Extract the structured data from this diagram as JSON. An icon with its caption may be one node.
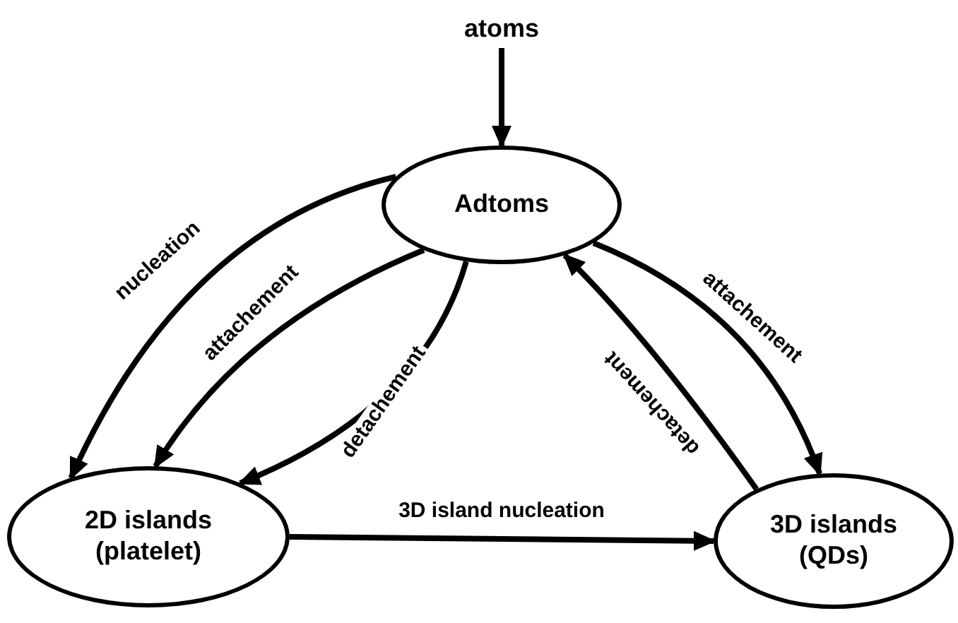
{
  "diagram": {
    "nodes": [
      {
        "text": [
          "atoms"
        ]
      },
      {
        "text": [
          "Adtoms"
        ]
      },
      {
        "text": [
          "2D islands (platelet)"
        ]
      },
      {
        "text": [
          "3D islands (QDs)"
        ]
      }
    ],
    "edges": [
      {
        "from": 0,
        "to": 1,
        "arrow": "to"
      },
      {
        "from": 1,
        "to": 2,
        "arrow": "to",
        "label": "nucleation"
      },
      {
        "from": 1,
        "to": 2,
        "arrow": "to",
        "label": "attachement"
      },
      {
        "from": 1,
        "to": 2,
        "arrow": "to",
        "label": "detachement"
      },
      {
        "from": 1,
        "to": 3,
        "arrow": "to",
        "label": "attachement"
      },
      {
        "from": 3,
        "to": 1,
        "arrow": "to",
        "label": "detachement"
      },
      {
        "from": 2,
        "to": 3,
        "arrow": "to",
        "label": "3D island nucleation"
      }
    ]
  }
}
